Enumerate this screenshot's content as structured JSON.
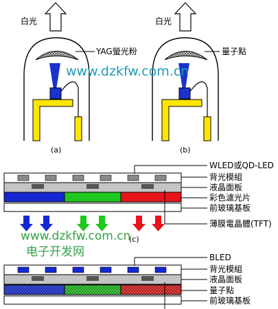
{
  "led_a": {
    "output_label": "白光",
    "phosphor_label": "YAG螢光粉",
    "caption": "(a)"
  },
  "led_b": {
    "output_label": "白光",
    "phosphor_label": "量子點",
    "caption": "(b)"
  },
  "stack_c": {
    "caption": "(c)",
    "labels": {
      "source": "WLED或QD-LED",
      "backlight": "背光模組",
      "lcd": "液晶面板",
      "color_filter": "彩色濾光片",
      "front_glass": "前玻璃基板",
      "tft": "薄膜電晶體(TFT)"
    }
  },
  "stack_d": {
    "labels": {
      "source": "BLED",
      "backlight": "背光模組",
      "lcd": "液晶面板",
      "qd": "量子點",
      "front_glass": "前玻璃基板"
    }
  },
  "watermarks": {
    "url_top": "www.dzkfw.com.cn",
    "url_mid": "www.dzkfw.com.cn",
    "site_cn": "电子开发网"
  },
  "colors": {
    "red": "#e8141b",
    "green": "#1ec81e",
    "blue": "#1428d2",
    "chip_yellow": "#ffe600",
    "led_die": "#1a33cc"
  }
}
